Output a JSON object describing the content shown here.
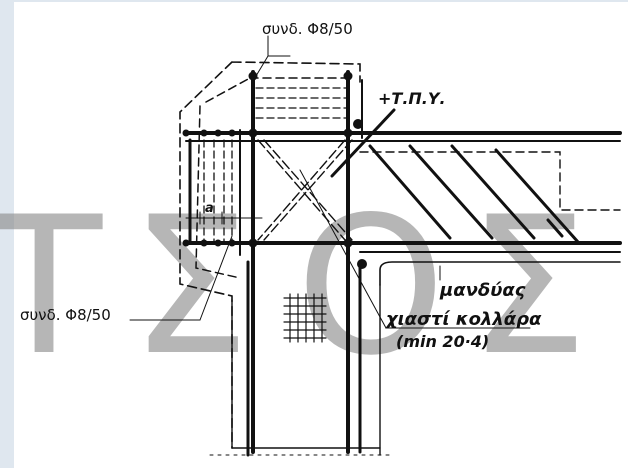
{
  "labels": {
    "stirrups_top": "συνδ. Φ8/50",
    "tpy": "+Τ.Π.Υ.",
    "stirrups_left": "συνδ. Φ8/50",
    "mandyas": "μανδύας",
    "collar": "χιαστί κολλάρα",
    "collar_min": "(min 20·4)",
    "dim_a": "a"
  },
  "watermark": {
    "l1": "Τ",
    "l2": "Σ",
    "l3": "Ο",
    "l4": "Σ"
  },
  "colors": {
    "ink": "#111111",
    "watermark": "#8a8a8a",
    "background": "#dfe7ef",
    "sheet": "#ffffff"
  }
}
